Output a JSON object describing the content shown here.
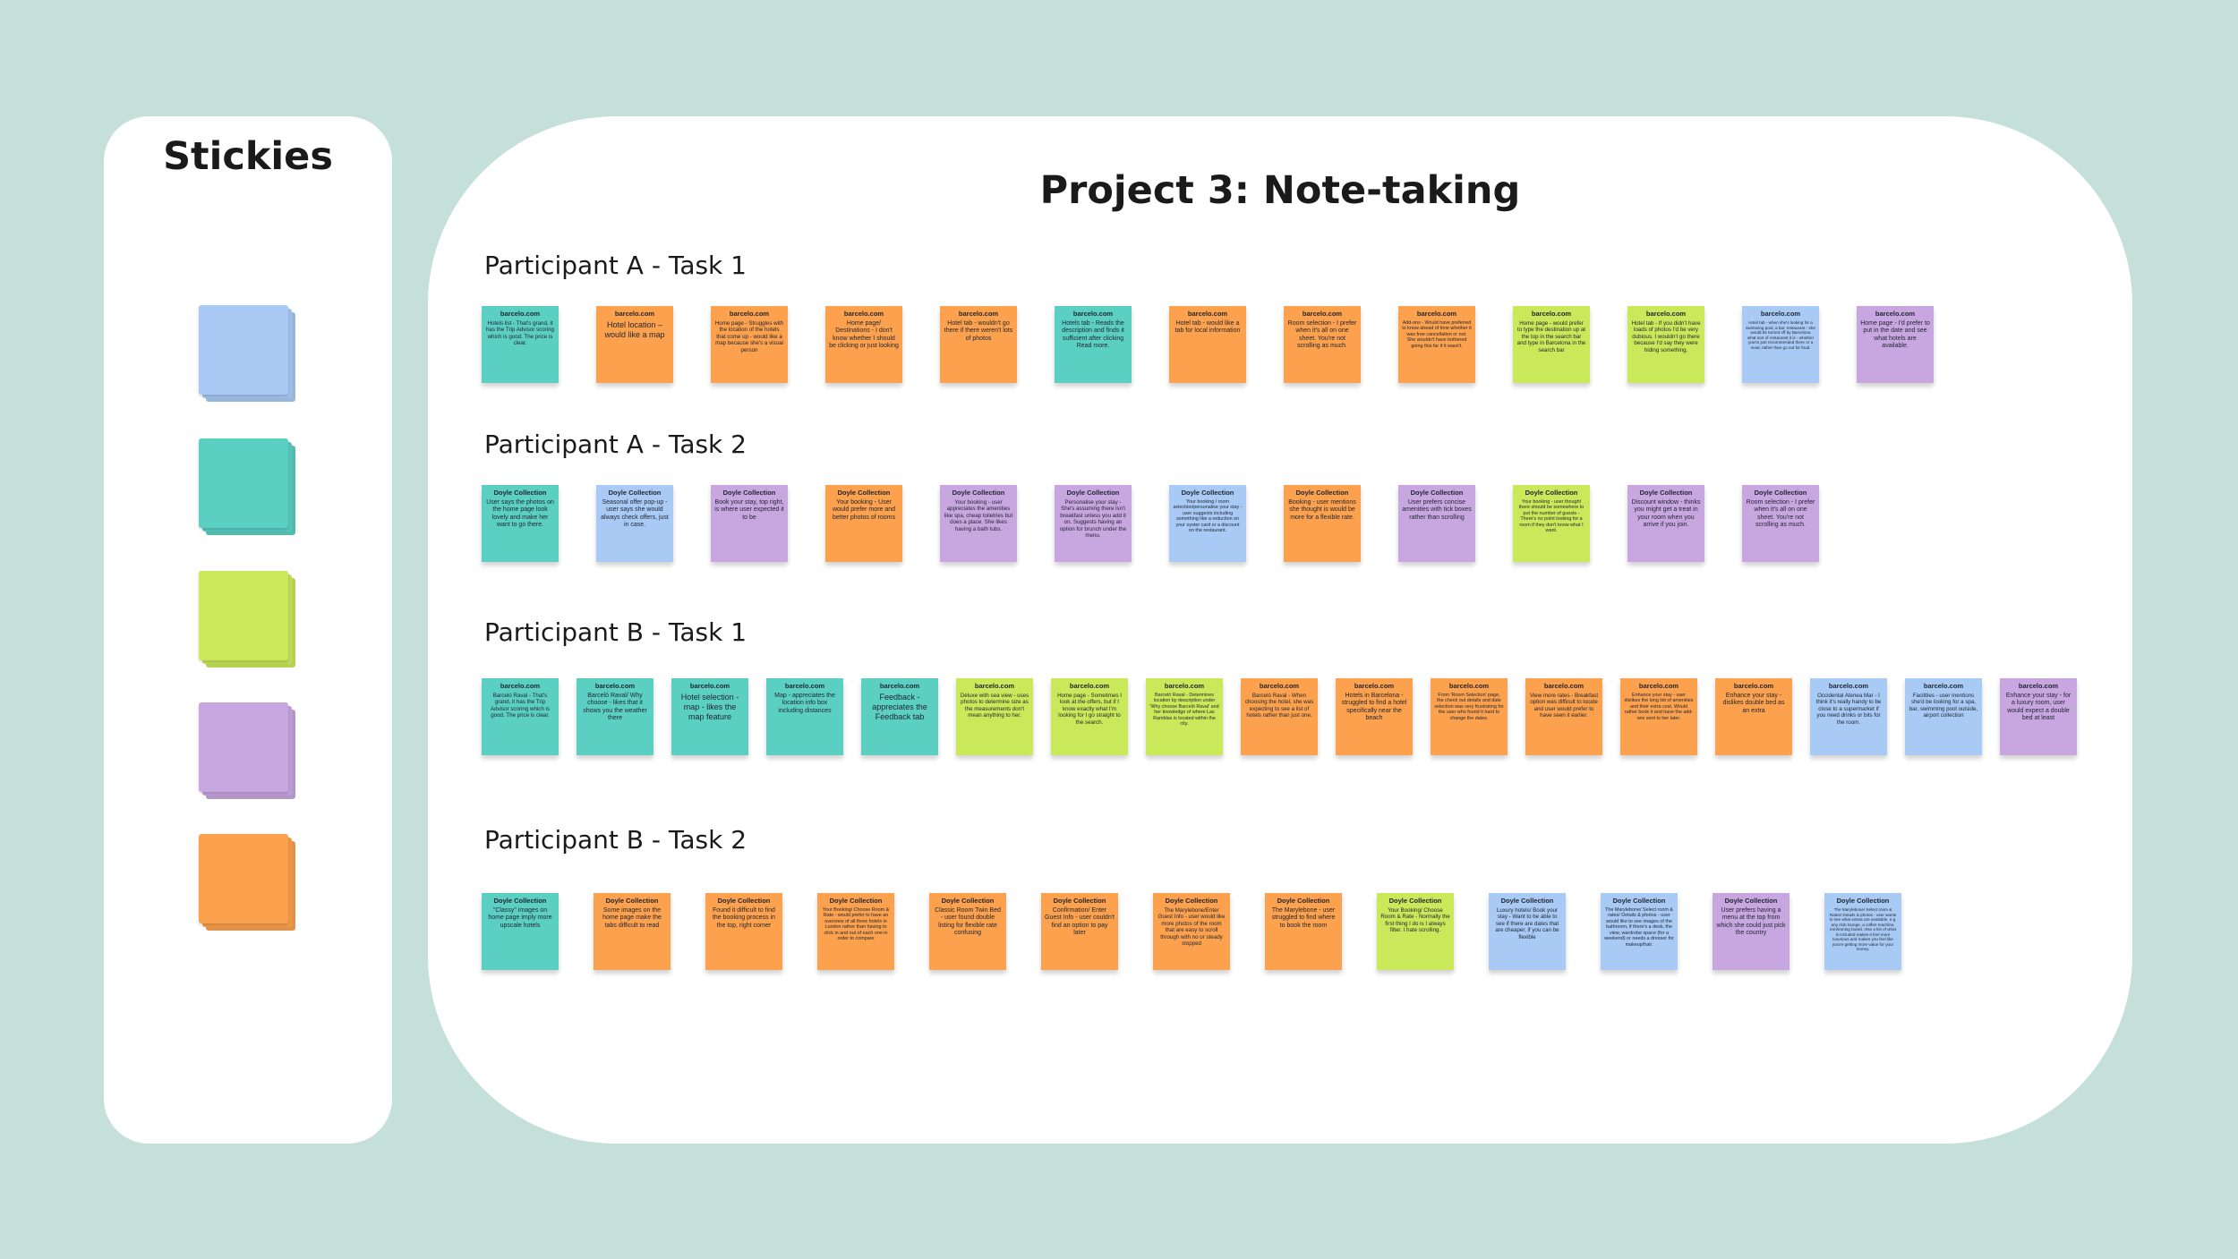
{
  "colors": {
    "blue": "#a9caf4",
    "teal": "#5ccfc3",
    "green": "#c9e85a",
    "purple": "#c8a6e0",
    "orange": "#fca14e",
    "background": "#c5dfd9"
  },
  "sidebar": {
    "title": "Stickies",
    "pads": [
      "blue",
      "teal",
      "green",
      "purple",
      "orange"
    ]
  },
  "board": {
    "title": "Project 3: Note-taking",
    "sections": [
      {
        "title": "Participant A - Task 1",
        "notes": [
          {
            "color": "teal",
            "header": "barcelo.com",
            "text": "Hotels list - That's grand, it has the Trip Advisor scoring which is good. The price is clear."
          },
          {
            "color": "orange",
            "header": "barcelo.com",
            "text": "Hotel location – would like a map"
          },
          {
            "color": "orange",
            "header": "barcelo.com",
            "text": "Home page - Struggles with the location of the hotels that come up - would like a map because she's a visual person"
          },
          {
            "color": "orange",
            "header": "barcelo.com",
            "text": "Home page/ Destinations - I don't know whether I should be clicking or just looking"
          },
          {
            "color": "orange",
            "header": "barcelo.com",
            "text": "Hotel tab - wouldn't go there if there weren't lots of photos"
          },
          {
            "color": "teal",
            "header": "barcelo.com",
            "text": "Hotels tab - Reads the description and finds it sufficient after clicking Read more."
          },
          {
            "color": "orange",
            "header": "barcelo.com",
            "text": "Hotel tab - would like a tab for local information"
          },
          {
            "color": "orange",
            "header": "barcelo.com",
            "text": "Room selection - I prefer when it's all on one sheet. You're not scrolling as much."
          },
          {
            "color": "orange",
            "header": "barcelo.com",
            "text": "Add-ons - Would have preferred to know ahead of time whether it was free cancellation or not. She wouldn't have bothered going this far if it wasn't."
          },
          {
            "color": "green",
            "header": "barcelo.com",
            "text": "Home page - would prefer to type the destination up at the top in the search bar and type in Barcelona in the search bar"
          },
          {
            "color": "green",
            "header": "barcelo.com",
            "text": "Hotel tab - If you didn't have loads of photos I'd be very dubious. I wouldn't go there because I'd say they were hiding something."
          },
          {
            "color": "blue",
            "header": "barcelo.com",
            "text": "Hotel tab - when she's looking for a swimming pool, a bar, restaurant - she would be turned off by Barcelona what sort of restaurant it is - whether you're just recommended there or a meal, rather than go out for food."
          },
          {
            "color": "purple",
            "header": "barcelo.com",
            "text": "Home page - I'd prefer to put in the date and see what hotels are available."
          }
        ]
      },
      {
        "title": "Participant A - Task 2",
        "notes": [
          {
            "color": "teal",
            "header": "Doyle Collection",
            "text": "User says the photos on the home page look lovely and make her want to go there."
          },
          {
            "color": "blue",
            "header": "Doyle Collection",
            "text": "Seasonal offer pop-up - user says she would always check offers, just in case."
          },
          {
            "color": "purple",
            "header": "Doyle Collection",
            "text": "Book your stay, top right, is where user expected it to be"
          },
          {
            "color": "orange",
            "header": "Doyle Collection",
            "text": "Your booking - User would prefer more and better photos of rooms"
          },
          {
            "color": "purple",
            "header": "Doyle Collection",
            "text": "Your booking - user appreciates the amenities like spa, cheap toiletries but does a place. She likes having a bath tubs."
          },
          {
            "color": "purple",
            "header": "Doyle Collection",
            "text": "Personalise your stay - She's assuming there isn't breakfast unless you add it on. Suggests having an option for brunch under the menu."
          },
          {
            "color": "blue",
            "header": "Doyle Collection",
            "text": "Your booking / room selection/personalise your stay - user suggests including something like a reduction on your oyster card or a discount on the restaurant."
          },
          {
            "color": "orange",
            "header": "Doyle Collection",
            "text": "Booking - user mentions she thought is would be more for a flexible rate."
          },
          {
            "color": "purple",
            "header": "Doyle Collection",
            "text": "User prefers concise amenities with tick boxes rather than scrolling"
          },
          {
            "color": "green",
            "header": "Doyle Collection",
            "text": "Your booking - user thought there should be somewhere to put the number of guests - There's no point looking for a room if they don't know what I want."
          },
          {
            "color": "purple",
            "header": "Doyle Collection",
            "text": "Discount window - thinks you might get a treat in your room when you arrive if you join."
          },
          {
            "color": "purple",
            "header": "Doyle Collection",
            "text": "Room selection - I prefer when it's all on one sheet. You're not scrolling as much."
          }
        ]
      },
      {
        "title": "Participant B - Task 1",
        "notes": [
          {
            "color": "teal",
            "header": "barcelo.com",
            "text": "Barceló Raval - That's grand, it has the Trip Advisor scoring which is good. The price is clear."
          },
          {
            "color": "teal",
            "header": "barcelo.com",
            "text": "Barceló Raval/ Why choose - likes that it shows you the weather there"
          },
          {
            "color": "teal",
            "header": "barcelo.com",
            "text": "Hotel selection - map - likes the map feature"
          },
          {
            "color": "teal",
            "header": "barcelo.com",
            "text": "Map - appreciates the location info box including distances"
          },
          {
            "color": "teal",
            "header": "barcelo.com",
            "text": "Feedback - appreciates the Feedback tab"
          },
          {
            "color": "green",
            "header": "barcelo.com",
            "text": "Deluxe with sea view - uses photos to determine size as the measurements don't mean anything to her."
          },
          {
            "color": "green",
            "header": "barcelo.com",
            "text": "Home page - Sometimes I look at the offers, but if I know exactly what I'm looking for I go straight to the search."
          },
          {
            "color": "green",
            "header": "barcelo.com",
            "text": "Barceló Raval - Determines location by description under 'Why choose Barceló Raval' and her knowledge of where Las Ramblas is located within the city."
          },
          {
            "color": "orange",
            "header": "barcelo.com",
            "text": "Barceló Raval - When choosing the hotel, she was expecting to see a list of hotels rather than just one."
          },
          {
            "color": "orange",
            "header": "barcelo.com",
            "text": "Hotels in Barcelona - struggled to find a hotel specifically near the beach"
          },
          {
            "color": "orange",
            "header": "barcelo.com",
            "text": "From 'Room Selection' page, the check out details and date selection was very frustrating for the user who found it hard to change the dates."
          },
          {
            "color": "orange",
            "header": "barcelo.com",
            "text": "View more rates - Breakfast option was difficult to locate and user would prefer to have seen it earlier."
          },
          {
            "color": "orange",
            "header": "barcelo.com",
            "text": "Enhance your stay - user dislikes the long list of amenities and their extra cost. Would rather book it and have the add-ons sent to her later."
          },
          {
            "color": "orange",
            "header": "barcelo.com",
            "text": "Enhance your stay - dislikes double bed as an extra"
          },
          {
            "color": "blue",
            "header": "barcelo.com",
            "text": "Occidental Atenea Mar - I think it's really handy to be close to a supermarket if you need drinks or bits for the room."
          },
          {
            "color": "blue",
            "header": "barcelo.com",
            "text": "Facilities - user mentions she'd be looking for a spa, bar, swimming pool outside, airport collection"
          },
          {
            "color": "purple",
            "header": "barcelo.com",
            "text": "Enhance your stay - for a luxury room, user would expect a double bed at least"
          }
        ]
      },
      {
        "title": "Participant B - Task 2",
        "notes": [
          {
            "color": "teal",
            "header": "Doyle Collection",
            "text": "\"Classy\" images on home page imply more upscale hotels"
          },
          {
            "color": "orange",
            "header": "Doyle Collection",
            "text": "Some images on the home page make the tabs difficult to read"
          },
          {
            "color": "orange",
            "header": "Doyle Collection",
            "text": "Found it difficult to find the booking process in the top, right corner"
          },
          {
            "color": "orange",
            "header": "Doyle Collection",
            "text": "Your Booking/ Choose Room & Rate - would prefer to have an overview of all three hotels in London rather than having to click in and out of each one in order to compare"
          },
          {
            "color": "orange",
            "header": "Doyle Collection",
            "text": "Classic Room Twin Bed - user found double listing for flexible rate confusing"
          },
          {
            "color": "orange",
            "header": "Doyle Collection",
            "text": "Confirmation/ Enter Guest Info - user couldn't find an option to pay later"
          },
          {
            "color": "orange",
            "header": "Doyle Collection",
            "text": "The Marylebone/Enter Guest Info - user would like more photos of the room that are easy to scroll through with no or steady stopped"
          },
          {
            "color": "orange",
            "header": "Doyle Collection",
            "text": "The Marylebone - user struggled to find where to book the room"
          },
          {
            "color": "green",
            "header": "Doyle Collection",
            "text": "Your Booking/ Choose Room & Rate - Normally the first thing I do is I always filter. I hate scrolling."
          },
          {
            "color": "blue",
            "header": "Doyle Collection",
            "text": "Luxury hotels/ Book your stay - Want to be able to see if there are dates that are cheaper, if you can be flexible"
          },
          {
            "color": "blue",
            "header": "Doyle Collection",
            "text": "The Marylebone/ Select room & rates/ Details & photos - user would like to see images of the bathroom, if there's a desk, the view, wardrobe space (for a weekend) or needs a dresser for makeup/hair."
          },
          {
            "color": "purple",
            "header": "Doyle Collection",
            "text": "User prefers having a menu at the top from which she could just pick the country"
          },
          {
            "color": "blue",
            "header": "Doyle Collection",
            "text": "The Marylebone/ Select room & Rates/ Details & photos - user wants to see what extras are available, e.g. any club lounge, a coffee machine, iron/ironing board. Also a list of what is included makes it feel more luxurious and makes you feel like you're getting more value for your money."
          }
        ]
      }
    ]
  }
}
